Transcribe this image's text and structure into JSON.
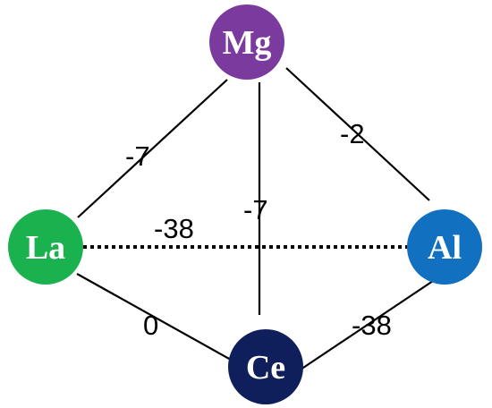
{
  "nodes": {
    "mg": {
      "label": "Mg",
      "color": "#7b3a9e"
    },
    "la": {
      "label": "La",
      "color": "#19b24f"
    },
    "al": {
      "label": "Al",
      "color": "#1270c0"
    },
    "ce": {
      "label": "Ce",
      "color": "#0e1f5b"
    }
  },
  "edges": {
    "mg_la": {
      "value": "-7",
      "style": "solid"
    },
    "mg_al": {
      "value": "-2",
      "style": "solid"
    },
    "mg_ce": {
      "value": "-7",
      "style": "solid"
    },
    "la_al": {
      "value": "-38",
      "style": "dotted"
    },
    "la_ce": {
      "value": "0",
      "style": "solid"
    },
    "ce_al": {
      "value": "-38",
      "style": "solid"
    }
  }
}
